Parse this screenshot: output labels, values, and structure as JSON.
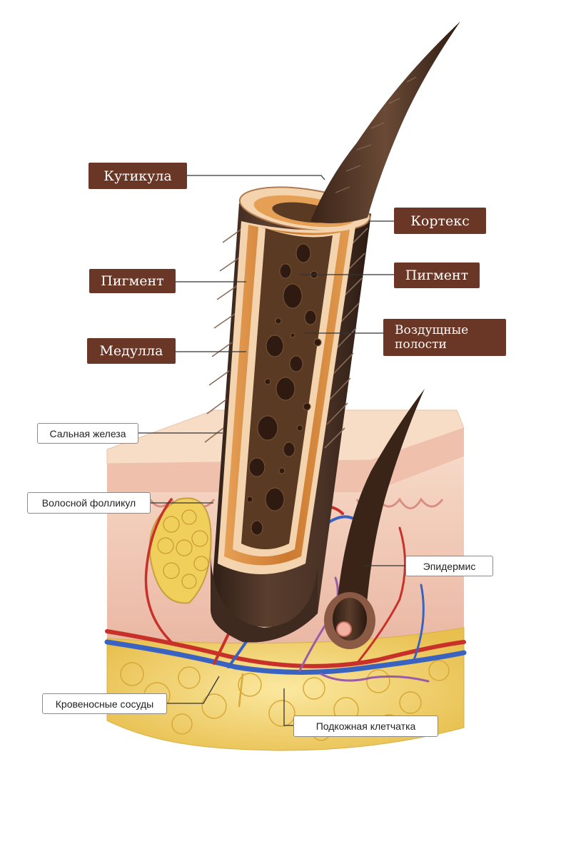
{
  "labels": {
    "cuticle": "Кутикула",
    "cortex": "Кортекс",
    "pigment_left": "Пигмент",
    "pigment_right": "Пигмент",
    "medulla": "Медулла",
    "air_cavities_line1": "Воздущные",
    "air_cavities_line2": "полости",
    "sebaceous_gland": "Сальная железа",
    "hair_follicle": "Волосной фолликул",
    "epidermis": "Эпидермис",
    "blood_vessels": "Кровеносные сосуды",
    "subcutaneous_tissue": "Подкожная клетчатка"
  },
  "colors": {
    "label_dark_bg": "#6a3626",
    "hair_shaft": "#4a3226",
    "cortex_orange": "#d98a3c",
    "medulla_brown": "#5a3a22",
    "skin_pink": "#f0c6b6",
    "fat_yellow": "#f2d46a",
    "artery_red": "#c8302a",
    "vein_blue": "#3a62c0"
  }
}
